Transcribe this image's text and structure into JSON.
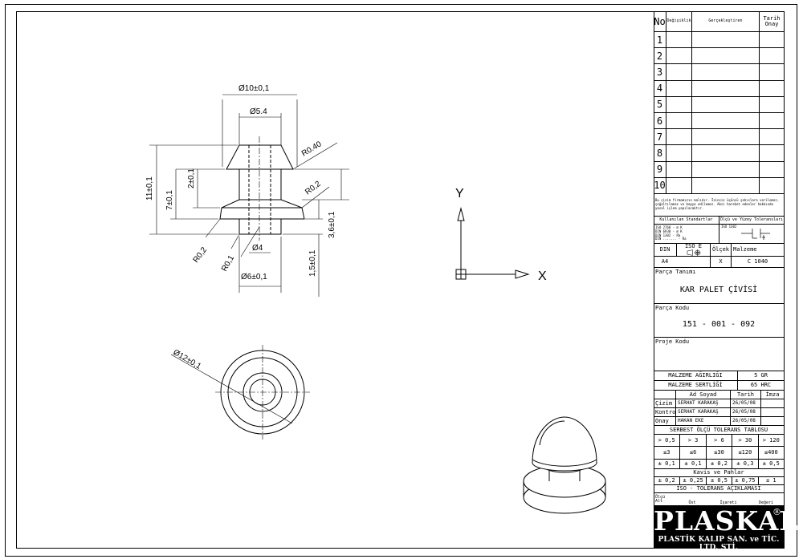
{
  "drawing": {
    "dims": {
      "d_top": "Ø10±0,1",
      "d_inner": "Ø5.4",
      "r_top": "R0.40",
      "h_total": "11±0,1",
      "h_head": "7±0,1",
      "h_mid": "2±0,1",
      "r_mid": "R0,2",
      "h_base": "3,6±0,1",
      "r_left": "R0,2",
      "r_bottom": "R0,1",
      "d_stem": "Ø4",
      "d_base": "Ø6±0,1",
      "h_bottom": "1,5±0,1",
      "d_bottom_view": "Ø12±0,1"
    },
    "axis_y": "Y",
    "axis_x": "X"
  },
  "title_block": {
    "revision_header": {
      "no": "No",
      "change": "Değişiklik",
      "reason": "Gerçekleştiren",
      "date": "Tarih Onay"
    },
    "revisions": [
      "1",
      "2",
      "3",
      "4",
      "5",
      "6",
      "7",
      "8",
      "9",
      "10"
    ],
    "notice": "Bu çizim firmamızın malıdır. İzinsiz üçüncü şahıslara verilemez, çoğaltılamaz ve kopya edilemez. Aksi hareket edenler hakkında yasal işlem yapılacaktır.",
    "standards_label": "Kullanılan Standartlar",
    "tolerance_label": "Ölçü ve Yüzey Toleransları",
    "standards_lines": [
      "ISO 2768 - m K",
      "DIN 6930 - m K",
      "DIN 1302 - Ra",
      "DIN ....... - Ra"
    ],
    "tolerance_iso": "ISO 1302",
    "din_label": "DIN",
    "iso_e_label": "ISO E",
    "scale_label": "Ölçek",
    "material_label": "Malzeme",
    "sheet_size": "A4",
    "scale_value": "X",
    "material_value": "C 1040",
    "part_name_label": "Parça Tanımı",
    "part_name": "KAR PALET ÇİVİSİ",
    "part_code_label": "Parça Kodu",
    "part_code": "151 - 001 - 092",
    "project_code_label": "Proje Kodu",
    "weight_label": "MALZEME AĞIRLIĞI",
    "weight_value": "5 GR",
    "hardness_label": "MALZEME SERTLİĞİ",
    "hardness_value": "65 HRC",
    "name_header": "Ad Soyad",
    "date_header": "Tarih",
    "sign_header": "İmza",
    "people": [
      {
        "role": "Çizim",
        "name": "SERHAT KARAKAŞ",
        "date": "26/05/08"
      },
      {
        "role": "Kontrol",
        "name": "SERHAT KARAKAŞ",
        "date": "26/05/08"
      },
      {
        "role": "Onay",
        "name": "HAKAN EKE",
        "date": "26/05/08"
      }
    ],
    "free_tol_title": "SERBEST ÖLÇÜ TOLERANS TABLOSU",
    "free_tol_ranges": [
      "> 0,5",
      "> 3",
      "> 6",
      "> 30",
      "> 120"
    ],
    "free_tol_upto": [
      "3",
      "6",
      "30",
      "120",
      "400"
    ],
    "free_tol_values": [
      "± 0,1",
      "± 0,1",
      "± 0,2",
      "± 0,3",
      "± 0,5"
    ],
    "angle_title": "Kavis ve Pahlar",
    "angle_values": [
      "± 0,2",
      "± 0,25",
      "± 0,5",
      "± 0,75",
      "± 1"
    ],
    "iso_tol_title": "ISO - TOLERANS AÇIKLAMASI",
    "iso_tol_row1": "Üst",
    "iso_tol_row2a": "Alt",
    "iso_tol_cols": [
      "Ölçü",
      "İşareti",
      "Değeri"
    ],
    "logo_title": "PLASKAL",
    "logo_sub": "PLASTİK KALIP SAN. ve TİC. LTD. ŞTİ.",
    "logo_reg": "®"
  }
}
